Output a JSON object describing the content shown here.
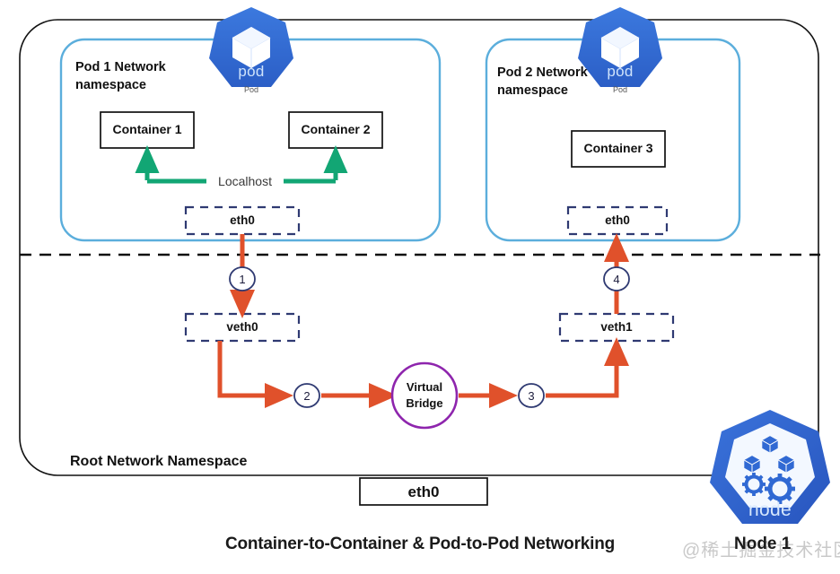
{
  "figure": {
    "title": "Container-to-Container & Pod-to-Pod Networking",
    "node_title": "Node 1",
    "watermark": "@稀土掘金技术社区"
  },
  "root_namespace": {
    "label": "Root Network Namespace",
    "host_nic": "eth0"
  },
  "pods": [
    {
      "namespace_label": "Pod 1 Network\nnamespace",
      "badge_word": "pod",
      "badge_caption": "Pod",
      "containers": [
        "Container 1",
        "Container 2"
      ],
      "link_label": "Localhost",
      "interface": "eth0"
    },
    {
      "namespace_label": "Pod 2 Network\nnamespace",
      "badge_word": "pod",
      "badge_caption": "Pod",
      "containers": [
        "Container 3"
      ],
      "link_label": "",
      "interface": "eth0"
    }
  ],
  "veth": {
    "left": "veth0",
    "right": "veth1"
  },
  "bridge": {
    "line1": "Virtual",
    "line2": "Bridge"
  },
  "steps": [
    "1",
    "2",
    "3",
    "4"
  ],
  "node_badge": {
    "word": "node"
  },
  "colors": {
    "packet_arrow": "#E0512B",
    "localhost_arrow": "#12A674",
    "pod_border": "#5BAEDC",
    "veth_border": "#2F3A72",
    "bridge_border": "#8E25AD",
    "k8s_blue": "#3069D3",
    "k8s_blue_dark": "#2A5FC2",
    "outline": "#111111"
  }
}
